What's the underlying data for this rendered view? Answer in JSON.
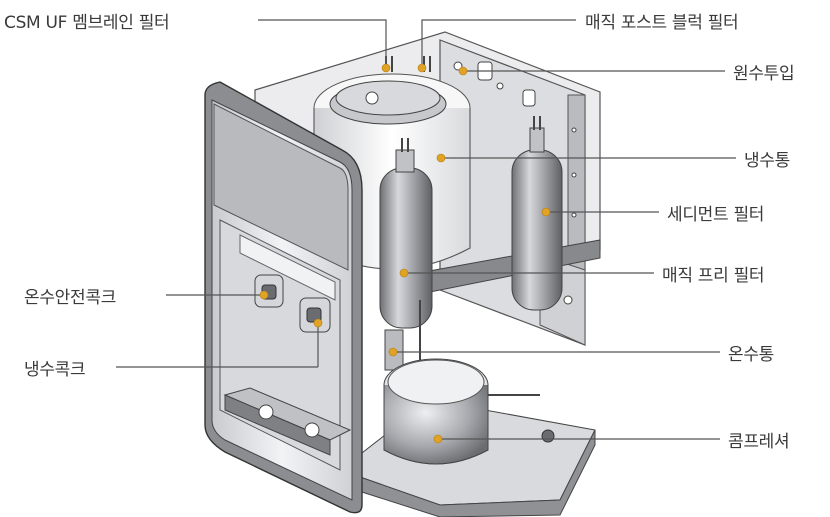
{
  "colors": {
    "leader": "#555555",
    "dot": "#e0a326",
    "steel": "#9a9ca0",
    "dark": "#3f4145"
  },
  "labels": {
    "csm_uf_membrane_filter": "CSM UF 멤브레인 필터",
    "magic_post_block_filter": "매직 포스트 블럭 필터",
    "raw_water_inlet": "원수투입",
    "cold_water_tank": "냉수통",
    "sediment_filter": "세디먼트 필터",
    "magic_pre_filter": "매직 프리 필터",
    "hot_water_safety_cock": "온수안전콕크",
    "cold_water_cock": "냉수콕크",
    "hot_water_tank": "온수통",
    "compressor": "콤프레셔"
  }
}
